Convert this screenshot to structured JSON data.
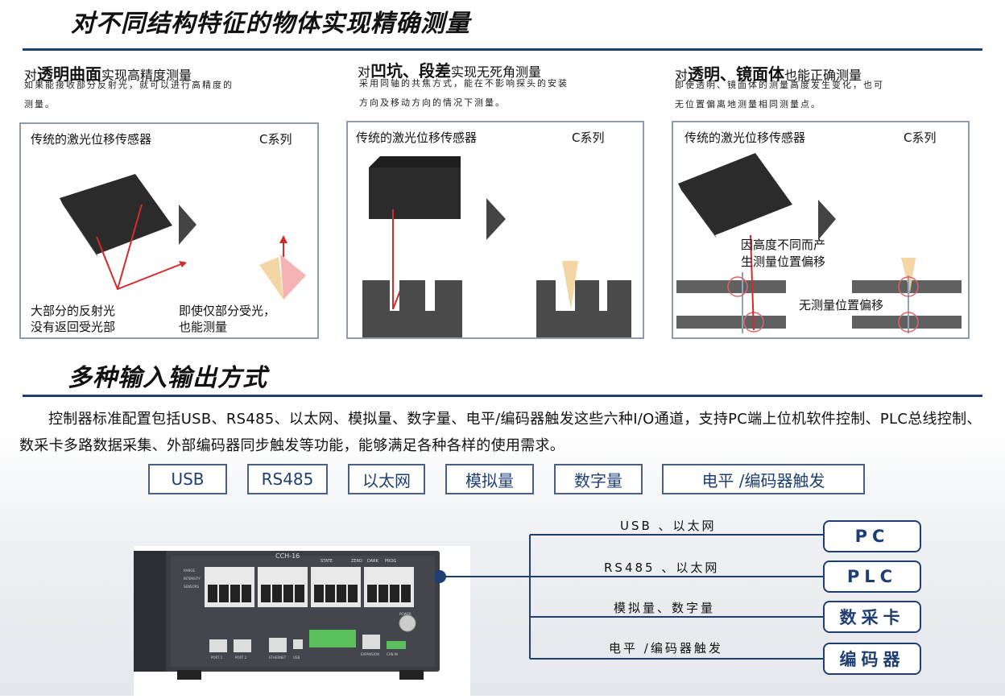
{
  "section1": {
    "title": "对不同结构特征的物体实现精确测量",
    "columns": [
      {
        "title_prefix": "对",
        "title_main": "透明曲面",
        "title_suffix": "实现高精度测量",
        "desc": "如果能接收部分反射光，就可以进行高精度的测量。",
        "panel": {
          "left_label": "传统的激光位移传感器",
          "right_label": "C系列",
          "note_left": "大部分的反射光\n没有返回受光部",
          "note_right": "即使仅部分受光，\n也能测量"
        }
      },
      {
        "title_prefix": "对",
        "title_main": "凹坑、段差",
        "title_suffix": "实现无死角测量",
        "desc": "采用同轴的共焦方式，能在不影响探头的安装方向及移动方向的情况下测量。",
        "panel": {
          "left_label": "传统的激光位移传感器",
          "right_label": "C系列"
        }
      },
      {
        "title_prefix": "对",
        "title_main": "透明、镜面体",
        "title_suffix": "也能正确测量",
        "desc": "即使透明、镜面体的测量高度发生变化，也可无位置偏离地测量相同测量点。",
        "panel": {
          "left_label": "传统的激光位移传感器",
          "right_label": "C系列",
          "note_left": "因高度不同而产\n生测量位置偏移",
          "note_right": "无测量位置偏移"
        }
      }
    ]
  },
  "section2": {
    "title": "多种输入输出方式",
    "paragraph": "控制器标准配置包括USB、RS485、以太网、模拟量、数字量、电平/编码器触发这些六种I/O通道，支持PC端上位机软件控制、PLC总线控制、数采卡多路数据采集、外部编码器同步触发等功能，能够满足各种各样的使用需求。",
    "io_channels": [
      "USB",
      "RS485",
      "以太网",
      "模拟量",
      "数字量",
      "电平 /编码器触发"
    ],
    "connections": [
      {
        "line_label": "USB 、以太网",
        "target": "PC"
      },
      {
        "line_label": "RS485 、以太网",
        "target": "PLC"
      },
      {
        "line_label": "模拟量、数字量",
        "target": "数采卡"
      },
      {
        "line_label": "电平 /编码器触发",
        "target": "编码器"
      }
    ],
    "device": {
      "model": "CCH-16",
      "led_labels": [
        "STATE",
        "ZERO",
        "DARK",
        "PROG"
      ],
      "side_labels": [
        "RANGE",
        "INTENSITY",
        "SENSORS"
      ],
      "port_labels": [
        "PORT 1",
        "PORT 2",
        "ETHERNET",
        "USB",
        "EXPANSION",
        "CAN IN"
      ],
      "power_label": "POWER"
    }
  },
  "colors": {
    "accent": "#1f3f73",
    "laser": "#d42a2a",
    "beam": "#f3d29b"
  }
}
